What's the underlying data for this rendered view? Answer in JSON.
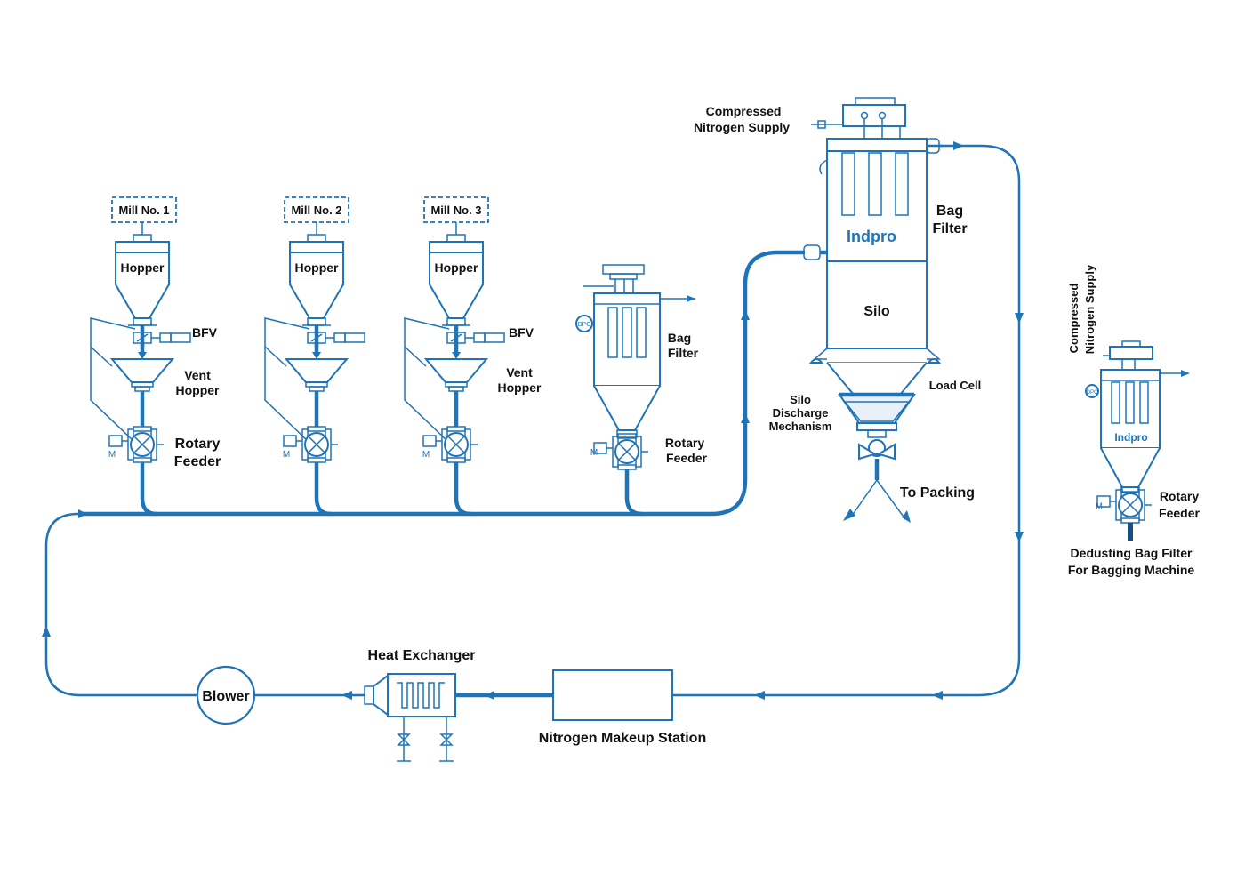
{
  "mills": [
    {
      "box": "Mill No. 1",
      "hopper": "Hopper"
    },
    {
      "box": "Mill No. 2",
      "hopper": "Hopper"
    },
    {
      "box": "Mill No. 3",
      "hopper": "Hopper"
    }
  ],
  "labels": {
    "bfv": "BFV",
    "vent_hopper": [
      "Vent",
      "Hopper"
    ],
    "rotary_feeder": [
      "Rotary",
      "Feeder"
    ],
    "bag_filter_small": [
      "Bag",
      "Filter"
    ],
    "compressed_nitrogen": [
      "Compressed",
      "Nitrogen Supply"
    ],
    "bag_filter_main": [
      "Bag",
      "Filter"
    ],
    "silo": "Silo",
    "load_cell": "Load Cell",
    "silo_discharge": [
      "Silo",
      "Discharge",
      "Mechanism"
    ],
    "to_packing": "To Packing",
    "dedusting": [
      "Dedusting Bag Filter",
      "For Bagging Machine"
    ],
    "heat_exchanger": "Heat Exchanger",
    "blower": "Blower",
    "nitrogen_makeup": "Nitrogen Makeup Station",
    "dpc": "DPC",
    "motor": "M"
  },
  "brand": "Indpro",
  "colors": {
    "line": "#1f73b7",
    "text": "#111111"
  }
}
